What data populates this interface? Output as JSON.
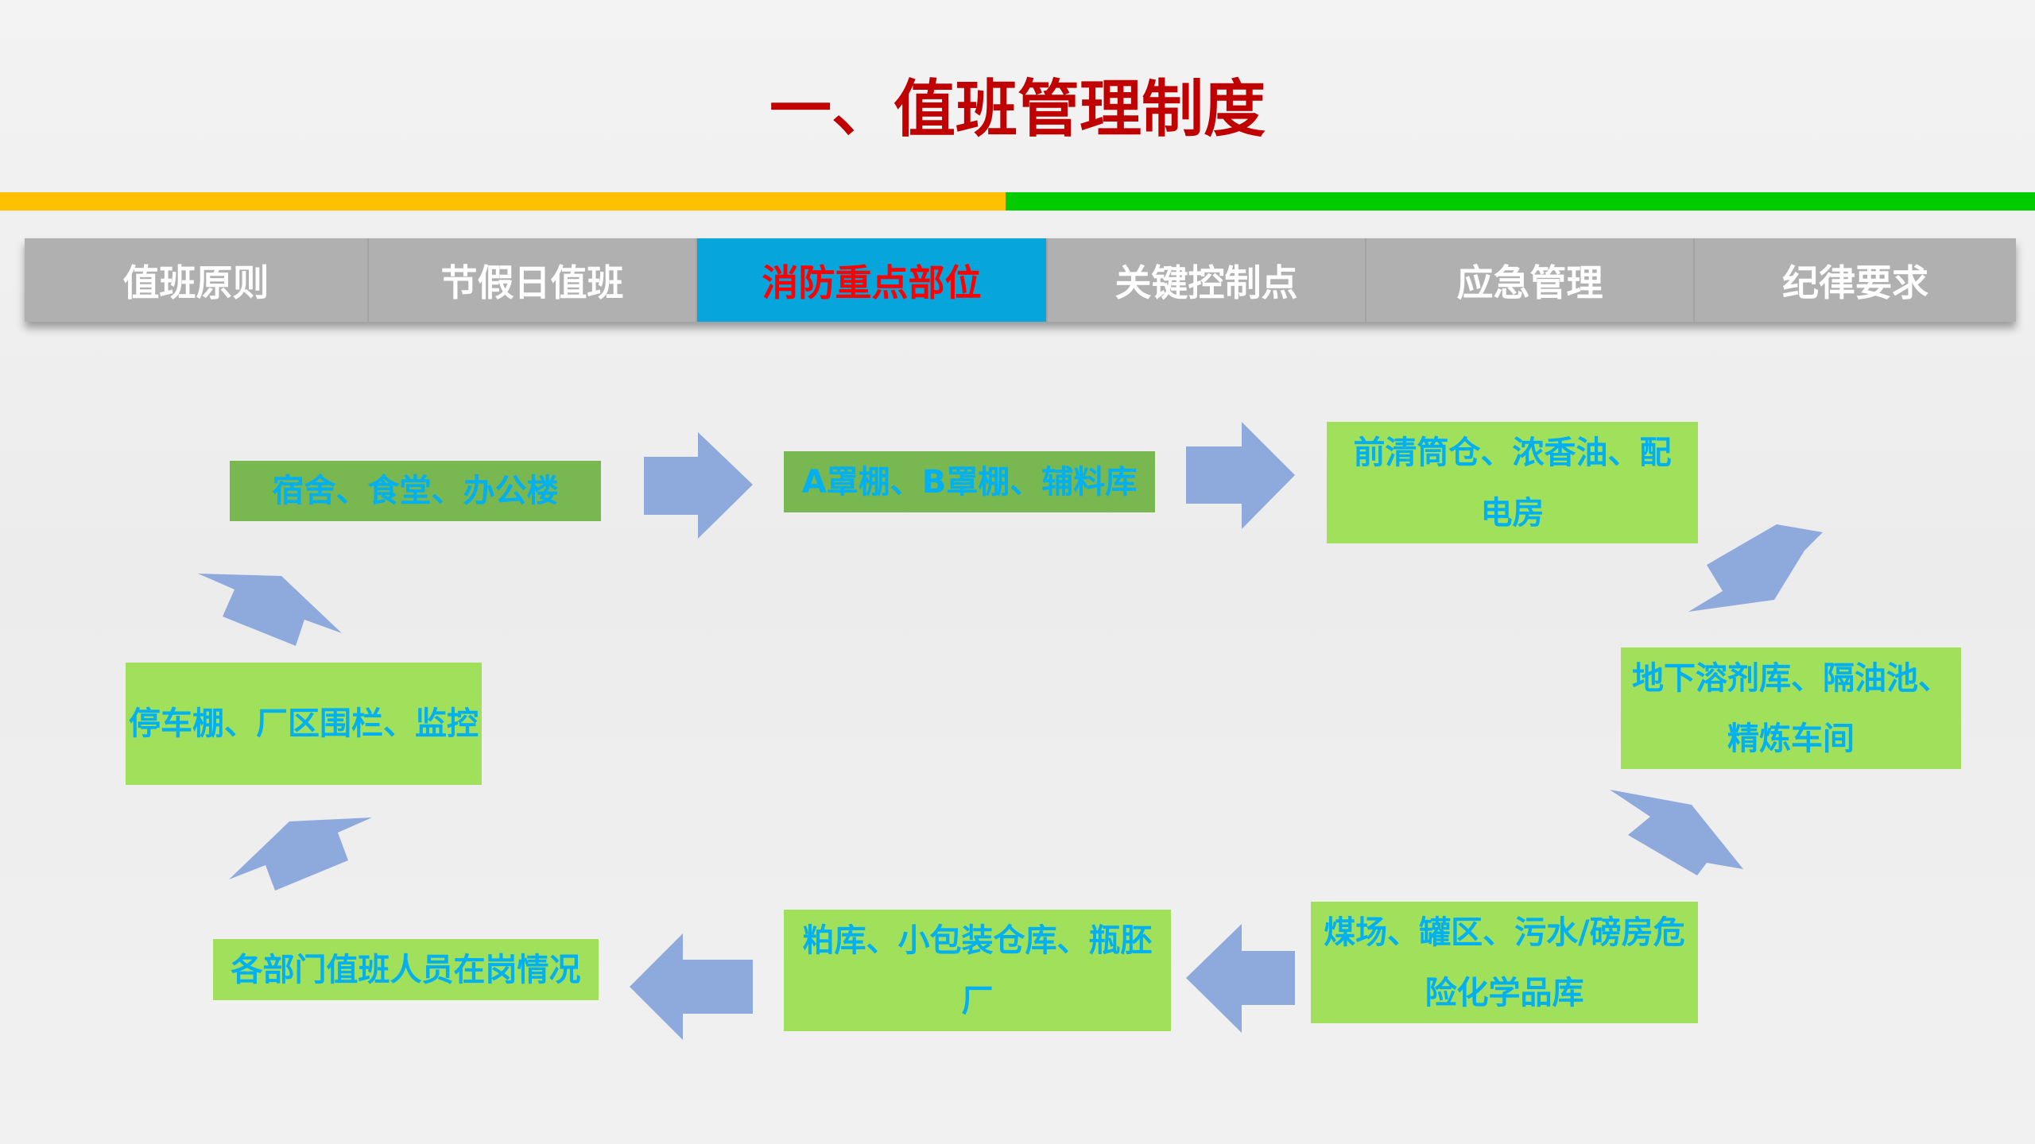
{
  "title": "一、值班管理制度",
  "colors": {
    "title": "#c00000",
    "bar_left": "#ffc000",
    "bar_right": "#00cc00",
    "tab": "#b0b0b0",
    "tab_active": "#06a5dc",
    "box_text": "#00b0f0",
    "arrow": "#8eaadc"
  },
  "tabs": [
    {
      "label": "值班原则"
    },
    {
      "label": "节假日值班"
    },
    {
      "label": "消防重点部位",
      "active": true
    },
    {
      "label": "关键控制点"
    },
    {
      "label": "应急管理"
    },
    {
      "label": "纪律要求"
    }
  ],
  "flow": [
    "宿舍、食堂、办公楼",
    "A罩棚、B罩棚、辅料库",
    "前清筒仓、浓香油、配电房",
    "地下溶剂库、隔油池、精炼车间",
    "煤场、罐区、污水/磅房危险化学品库",
    "粕库、小包装仓库、瓶胚厂",
    "各部门值班人员在岗情况",
    "停车棚、厂区围栏、监控"
  ]
}
